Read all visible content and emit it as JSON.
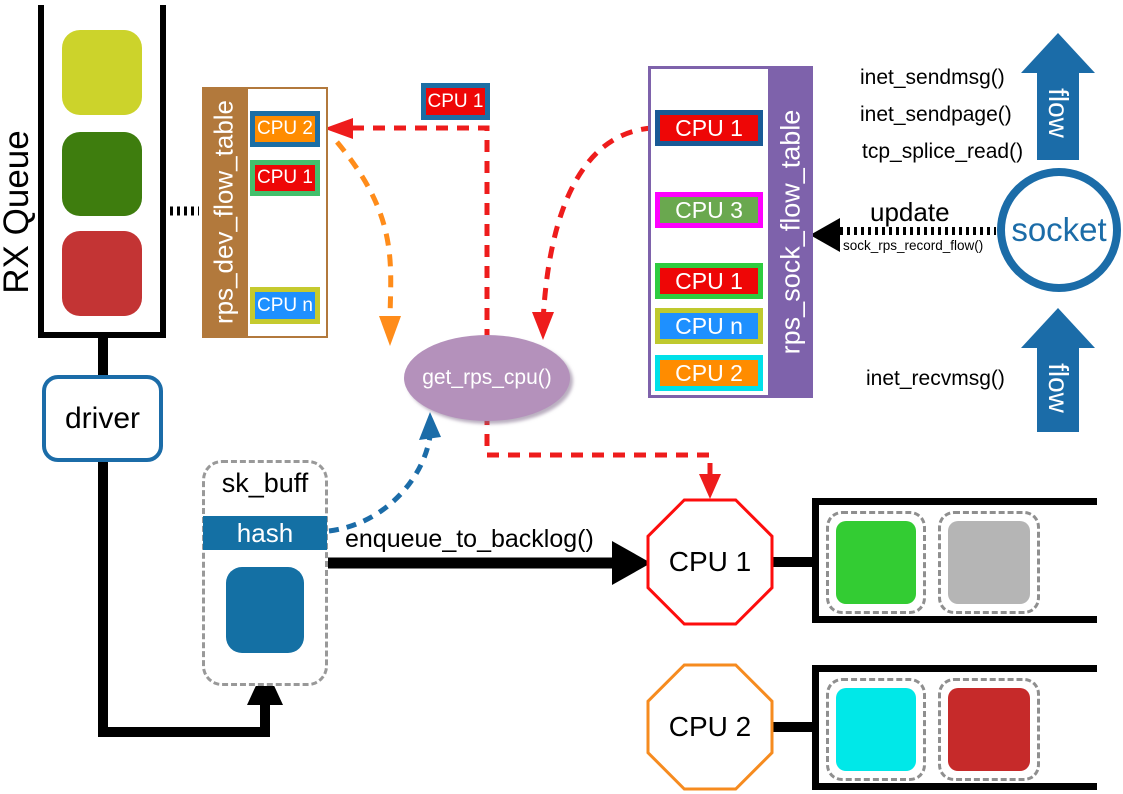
{
  "colors": {
    "accent_blue": "#1b6ca8",
    "hash_blue": "#1470a4",
    "brown": "#b2793c",
    "purple": "#7e62ab",
    "mauve": "#b491bb",
    "red_arrow": "#ee1c1c",
    "orange_arrow": "#ff8c1a",
    "blue_arrow": "#1b6ca8",
    "black": "#000000"
  },
  "rx_queue": {
    "label": "RX Queue",
    "packets": [
      {
        "name": "packet-yellow",
        "color": "#ccd32b"
      },
      {
        "name": "packet-green",
        "color": "#3e7d0e"
      },
      {
        "name": "packet-red",
        "color": "#c33434"
      }
    ]
  },
  "driver": {
    "label": "driver"
  },
  "sk_buff": {
    "title": "sk_buff",
    "hash_label": "hash",
    "packet_color": "#1470a4"
  },
  "dev_flow_table": {
    "label": "rps_dev_flow_table",
    "entries": [
      {
        "label": "CPU 2",
        "fill": "#ff8c00",
        "border": "#1c6ea4"
      },
      {
        "label": "CPU 1",
        "fill": "#ee0606",
        "border": "#43bf6c"
      },
      {
        "label": "CPU n",
        "fill": "#1e90ff",
        "border": "#c5ca2e"
      }
    ]
  },
  "sock_flow_table": {
    "label": "rps_sock_flow_table",
    "entries": [
      {
        "label": "CPU 1",
        "fill": "#ee0606",
        "border": "#1a5a96"
      },
      {
        "label": "CPU 3",
        "fill": "#6aa84f",
        "border": "#ff00ff"
      },
      {
        "label": "CPU 1",
        "fill": "#ee0606",
        "border": "#2ecc40"
      },
      {
        "label": "CPU n",
        "fill": "#1e90ff",
        "border": "#bfc92e"
      },
      {
        "label": "CPU 2",
        "fill": "#ff8c00",
        "border": "#00e0e8"
      }
    ]
  },
  "result_cpu": {
    "label": "CPU 1",
    "fill": "#ee0606",
    "border": "#1c6ea4"
  },
  "get_rps_cpu": {
    "label": "get_rps_cpu()"
  },
  "enqueue": {
    "label": "enqueue_to_backlog()"
  },
  "socket": {
    "label": "socket"
  },
  "update": {
    "label": "update",
    "function": "sock_rps_record_flow()"
  },
  "send_functions": [
    "inet_sendmsg()",
    "inet_sendpage()",
    "tcp_splice_read()"
  ],
  "recv_function": "inet_recvmsg()",
  "flow_label": "flow",
  "cpu1": {
    "label": "CPU 1",
    "border": "#fd0d0d",
    "queue": [
      {
        "color": "#33cc33"
      },
      {
        "color": "#b5b5b5"
      }
    ]
  },
  "cpu2": {
    "label": "CPU 2",
    "border": "#f68b1f",
    "queue": [
      {
        "color": "#00e8e8"
      },
      {
        "color": "#c62a2a"
      }
    ]
  }
}
